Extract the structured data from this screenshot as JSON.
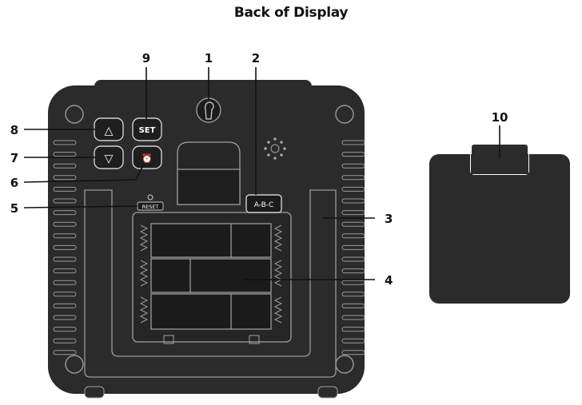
{
  "title": "Back of Display",
  "buttons": {
    "up_symbol": "△",
    "set_label": "SET",
    "down_symbol": "▽",
    "alarm_symbol": "⏰"
  },
  "reset_label": "RESET",
  "abc_label": "A-B-C",
  "callouts": [
    {
      "id": "1",
      "text": "1"
    },
    {
      "id": "2",
      "text": "2"
    },
    {
      "id": "3",
      "text": "3"
    },
    {
      "id": "4",
      "text": "4"
    },
    {
      "id": "5",
      "text": "5"
    },
    {
      "id": "6",
      "text": "6"
    },
    {
      "id": "7",
      "text": "7"
    },
    {
      "id": "8",
      "text": "8"
    },
    {
      "id": "9",
      "text": "9"
    },
    {
      "id": "10",
      "text": "10"
    }
  ],
  "colors": {
    "body": "#2b2b2b",
    "panel": "#333333",
    "outline": "#a9a9a9",
    "text": "#111111"
  }
}
